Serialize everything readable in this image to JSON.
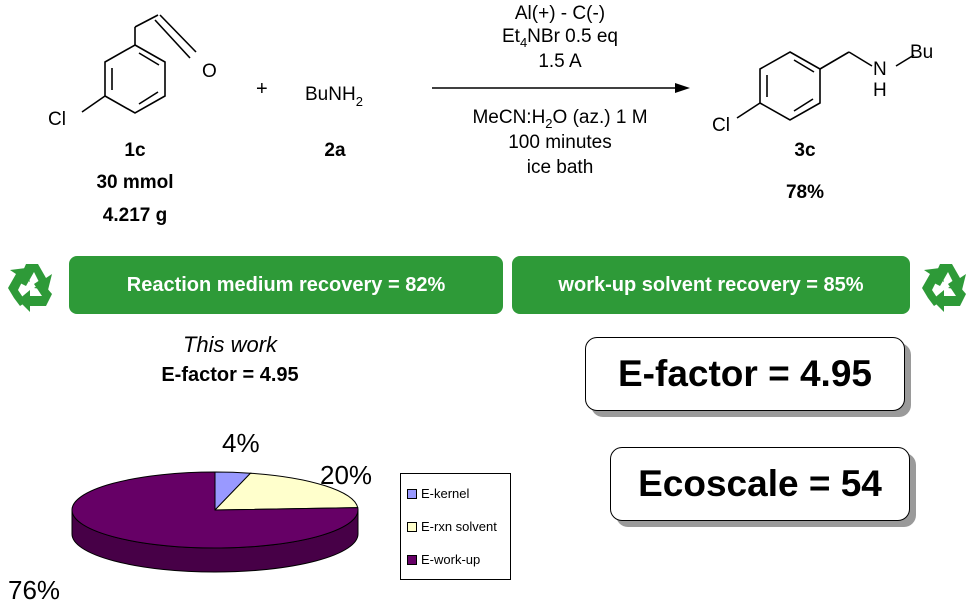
{
  "reaction": {
    "reactant1": {
      "substituent": "Cl",
      "carbonyl": "O",
      "id": "1c",
      "amount": "30 mmol",
      "mass": "4.217 g"
    },
    "plus": "+",
    "reactant2": {
      "formula_main": "BuNH",
      "formula_sub": "2",
      "id": "2a"
    },
    "conditions": {
      "line1": "Al(+) - C(-)",
      "line2_pre": "Et",
      "line2_sub": "4",
      "line2_post": "NBr 0.5 eq",
      "line3": "1.5 A",
      "line4_pre": "MeCN:H",
      "line4_sub": "2",
      "line4_post": "O (az.) 1 M",
      "line5": "100 minutes",
      "line6": "ice bath"
    },
    "product": {
      "substituent": "Cl",
      "n_label": "N",
      "h_label": "H",
      "bu_label": "Bu",
      "id": "3c",
      "yield": "78%"
    }
  },
  "recovery": {
    "medium": "Reaction medium recovery = 82%",
    "workup": "work-up solvent recovery = 85%",
    "icon_color": "#2e9a38"
  },
  "summary": {
    "this_work": "This work",
    "efactor_small": "E-factor = 4.95",
    "efactor_box": "E-factor = 4.95",
    "ecoscale_box": "Ecoscale = 54"
  },
  "chart_data": {
    "type": "pie",
    "slices": [
      {
        "name": "E-kernel",
        "value": 4,
        "label": "4%",
        "color": "#9999ff"
      },
      {
        "name": "E-rxn solvent",
        "value": 20,
        "label": "20%",
        "color": "#ffffcc"
      },
      {
        "name": "E-work-up",
        "value": 76,
        "label": "76%",
        "color": "#660066"
      }
    ],
    "legend_placement": "right",
    "style": "3d"
  }
}
